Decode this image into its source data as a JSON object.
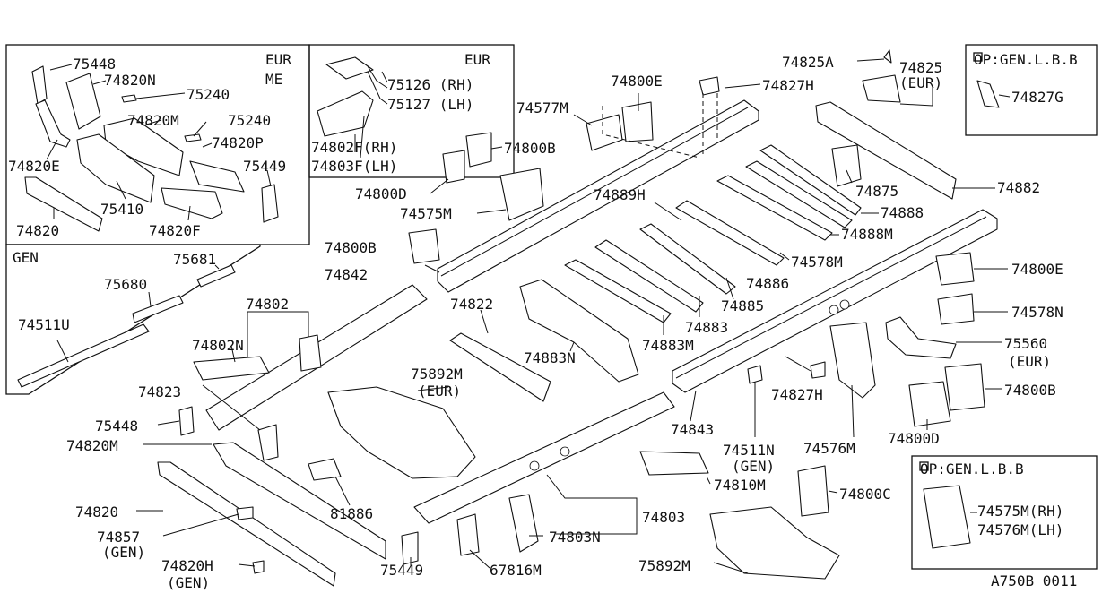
{
  "labels": {
    "l75448a": "75448",
    "l74820n": "74820N",
    "l75240a": "75240",
    "l74820m_a": "74820M",
    "l75240b": "75240",
    "l74820p": "74820P",
    "l74820e": "74820E",
    "l75449a": "75449",
    "l75410": "75410",
    "l74820a": "74820",
    "l74820f": "74820F",
    "eur1": "EUR",
    "me": "ME",
    "gen": "GEN",
    "l75681": "75681",
    "l75680": "75680",
    "l74511u": "74511U",
    "eur2": "EUR",
    "l75126": "75126 (RH)",
    "l75127": "75127 (LH)",
    "l74802f": "74802F(RH)",
    "l74803f": "74803F(LH)",
    "l74800d_a": "74800D",
    "l74577m": "74577M",
    "l74800e_a": "74800E",
    "l74827h_a": "74827H",
    "l74825a": "74825A",
    "l74825": "74825",
    "l74825eur": "(EUR)",
    "op1": "OP:GEN.L.B.B",
    "l74827g": "74827G",
    "l74800b_a": "74800B",
    "l74889h": "74889H",
    "l74875": "74875",
    "l74882": "74882",
    "l74575m_a": "74575M",
    "l74888": "74888",
    "l74888m": "74888M",
    "l74800b_b": "74800B",
    "l74578m": "74578M",
    "l74842": "74842",
    "l74886": "74886",
    "l74800e_b": "74800E",
    "l74802": "74802",
    "l74822": "74822",
    "l74885": "74885",
    "l74802n": "74802N",
    "l74883": "74883",
    "l74578n": "74578N",
    "l74883m": "74883M",
    "l74883n": "74883N",
    "l75560": "75560",
    "l75560eur": "(EUR)",
    "l74823": "74823",
    "l75892m_a": "75892M",
    "l75892m_eur": "(EUR)",
    "l74827h_b": "74827H",
    "l74800b_c": "74800B",
    "l75448b": "75448",
    "l74843": "74843",
    "l74800d_b": "74800D",
    "l74820m_b": "74820M",
    "l74511n": "74511N",
    "l74511n_gen": "(GEN)",
    "l74576m": "74576M",
    "l74810m": "74810M",
    "op2": "OP:GEN.L.B.B",
    "l74800c": "74800C",
    "l74575m_rh": "74575M(RH)",
    "l74576m_lh": "74576M(LH)",
    "l74820b": "74820",
    "l81886": "81886",
    "l74803": "74803",
    "l74857": "74857",
    "l74857_gen": "(GEN)",
    "l74803n": "74803N",
    "l75892m_b": "75892M",
    "l75449b": "75449",
    "l67816m": "67816M",
    "l74820h": "74820H",
    "l74820h_gen": "(GEN)",
    "code": "A750B 0011"
  }
}
